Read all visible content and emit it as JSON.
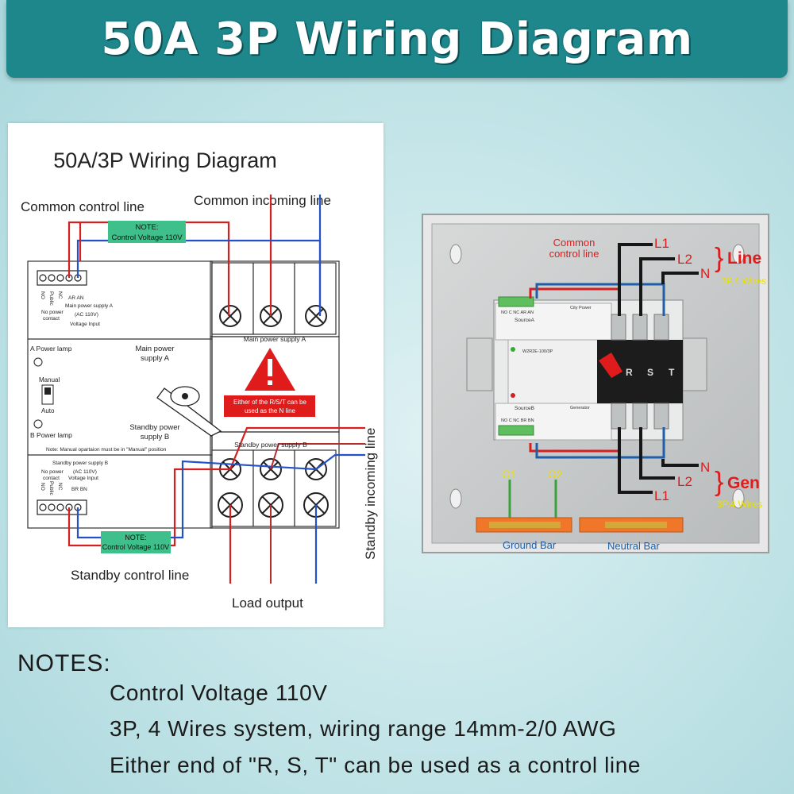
{
  "banner": {
    "title": "50A 3P Wiring Diagram"
  },
  "schematic": {
    "title": "50A/3P Wiring Diagram",
    "common_control_line": "Common control line",
    "common_incoming_line": "Common incoming line",
    "note_top": {
      "line1": "NOTE:",
      "line2": "Control Voltage 110V"
    },
    "note_bottom": {
      "line1": "NOTE:",
      "line2": "Control Voltage 110V"
    },
    "terminal_no": "NO",
    "terminal_public": "Public",
    "terminal_nc": "NC",
    "terminal_ar_an": "AR AN",
    "terminal_br_bn": "BR BN",
    "main_power_supply_a_short": "Main power supply A",
    "ac_110v": "(AC 110V)",
    "no_power_contact_1": "No power",
    "no_power_contact_2": "contact",
    "voltage_input": "Voltage Input",
    "a_power_lamp": "A Power lamp",
    "main_power_supply_a_line1": "Main power",
    "main_power_supply_a_line2": "supply A",
    "main_power_supply_a_label": "Main power supply A",
    "manual": "Manual",
    "auto": "Auto",
    "warning_line1": "Either of the R/S/T can be",
    "warning_line2": "used as the N line",
    "standby_power_supply_b_line1": "Standby power",
    "standby_power_supply_b_line2": "supply B",
    "b_power_lamp": "B Power lamp",
    "manual_note": "Note: Manual opartaion must be in \"Manual\" position",
    "standby_power_supply_b_label": "Standby power supply B",
    "standby_power_supply_b_small": "Standby power supply B",
    "standby_incoming_line": "Standby incoming line",
    "standby_control_line": "Standby control line",
    "load_output": "Load output"
  },
  "photo": {
    "common_control_line_1": "Common",
    "common_control_line_2": "control line",
    "l1_top": "L1",
    "l2_top": "L2",
    "n_top": "N",
    "line_label": "Line",
    "line_wires": "3P,4 Wires",
    "n_bottom": "N",
    "l2_bottom": "L2",
    "l1_bottom": "L1",
    "gen_label": "Gen",
    "gen_wires": "3P,4 Wires",
    "g1": "G1",
    "g2": "G2",
    "ground_bar": "Ground Bar",
    "neutral_bar": "Neutral Bar",
    "city_power": "City Power",
    "source_a": "SourceA",
    "generator": "Generator",
    "source_b": "SourceB",
    "r": "R",
    "s": "S",
    "t": "T",
    "terminal_row_a": "NO C NC AR AN",
    "terminal_row_b": "NO C NC BR BN",
    "model_code": "W2R2E-100/3P",
    "colors": {
      "red_label": "#e01b1b",
      "yellow_label": "#e8e000",
      "green_label": "#7ac943",
      "blue_label": "#1f5fa8"
    }
  },
  "notes": {
    "heading": "NOTES:",
    "item1": "Control Voltage 110V",
    "item2": "3P, 4 Wires system, wiring range 14mm-2/0 AWG",
    "item3": "Either end of \"R, S, T\" can be used as a control line"
  }
}
